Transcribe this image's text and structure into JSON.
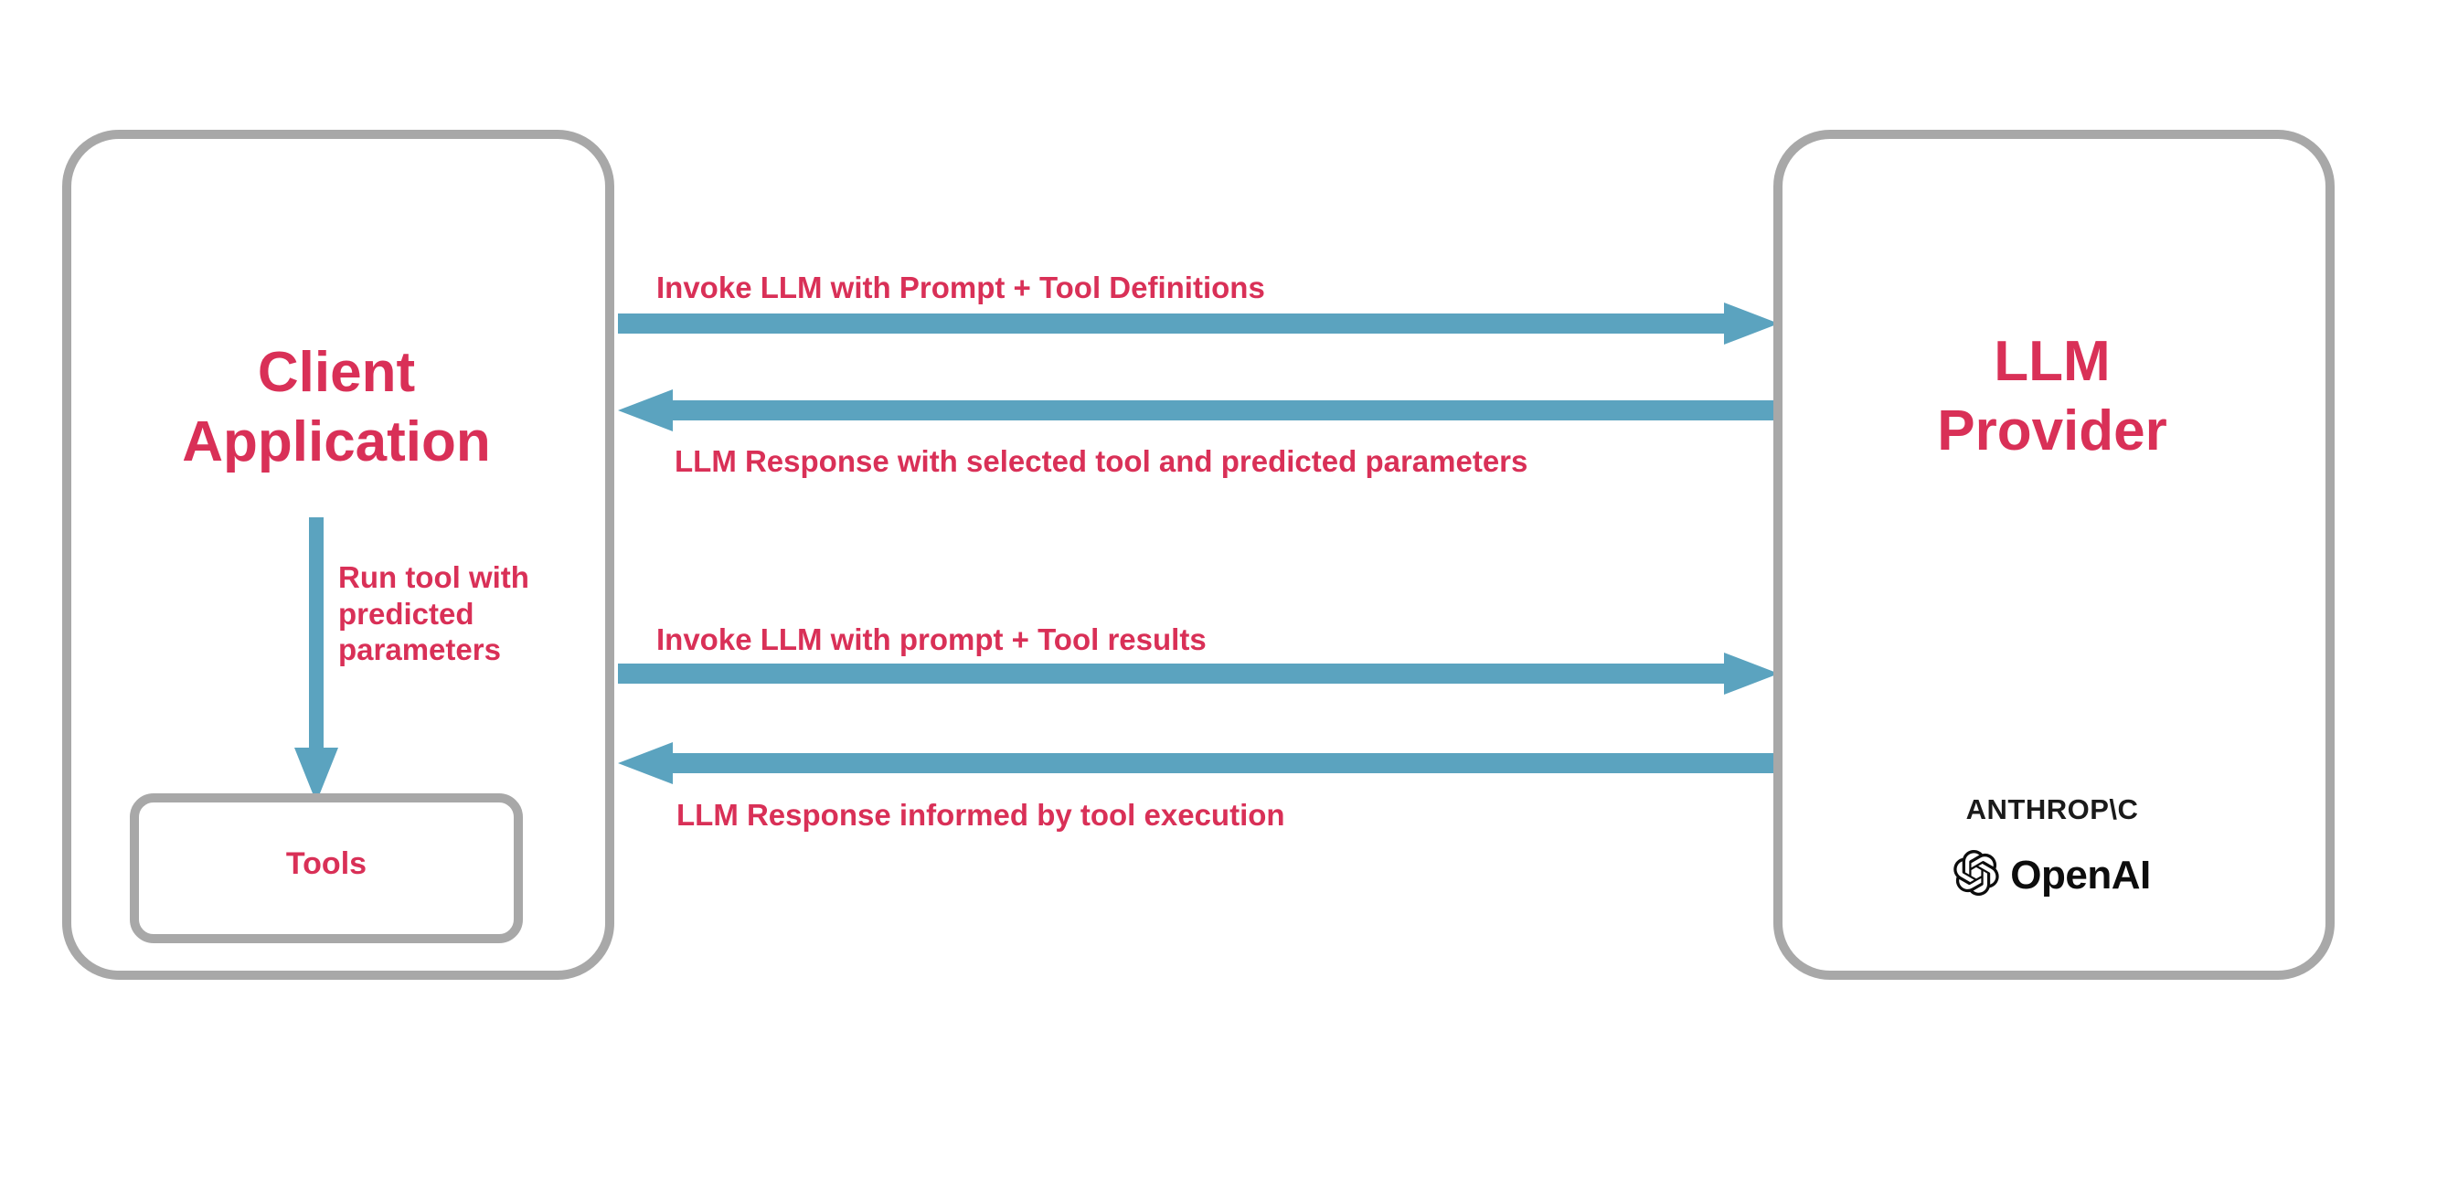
{
  "diagram": {
    "title": "LLM tool-calling sequence between client application and LLM provider",
    "colors": {
      "accent_text": "#d93057",
      "arrow": "#5ba3bf",
      "box_border": "#a8a8a8",
      "background": "#ffffff",
      "logo_text": "#0d0d0d"
    }
  },
  "client": {
    "title": "Client\nApplication",
    "tools": {
      "label": "Tools"
    },
    "internal_arrow": {
      "label": "Run tool with\npredicted\nparameters",
      "direction": "down"
    }
  },
  "provider": {
    "title": "LLM\nProvider",
    "logos": [
      {
        "name": "anthropic-logo",
        "text": "ANTHROP\\C"
      },
      {
        "name": "openai-logo",
        "text": "OpenAI"
      }
    ]
  },
  "messages": [
    {
      "id": "invoke-1",
      "label": "Invoke LLM with Prompt + Tool Definitions",
      "direction": "right",
      "from": "Client Application",
      "to": "LLM Provider"
    },
    {
      "id": "response-1",
      "label": "LLM Response with selected tool and predicted parameters",
      "direction": "left",
      "from": "LLM Provider",
      "to": "Client Application"
    },
    {
      "id": "invoke-2",
      "label": "Invoke LLM with prompt + Tool results",
      "direction": "right",
      "from": "Client Application",
      "to": "LLM Provider"
    },
    {
      "id": "response-2",
      "label": "LLM Response informed by tool execution",
      "direction": "left",
      "from": "LLM Provider",
      "to": "Client Application"
    }
  ]
}
